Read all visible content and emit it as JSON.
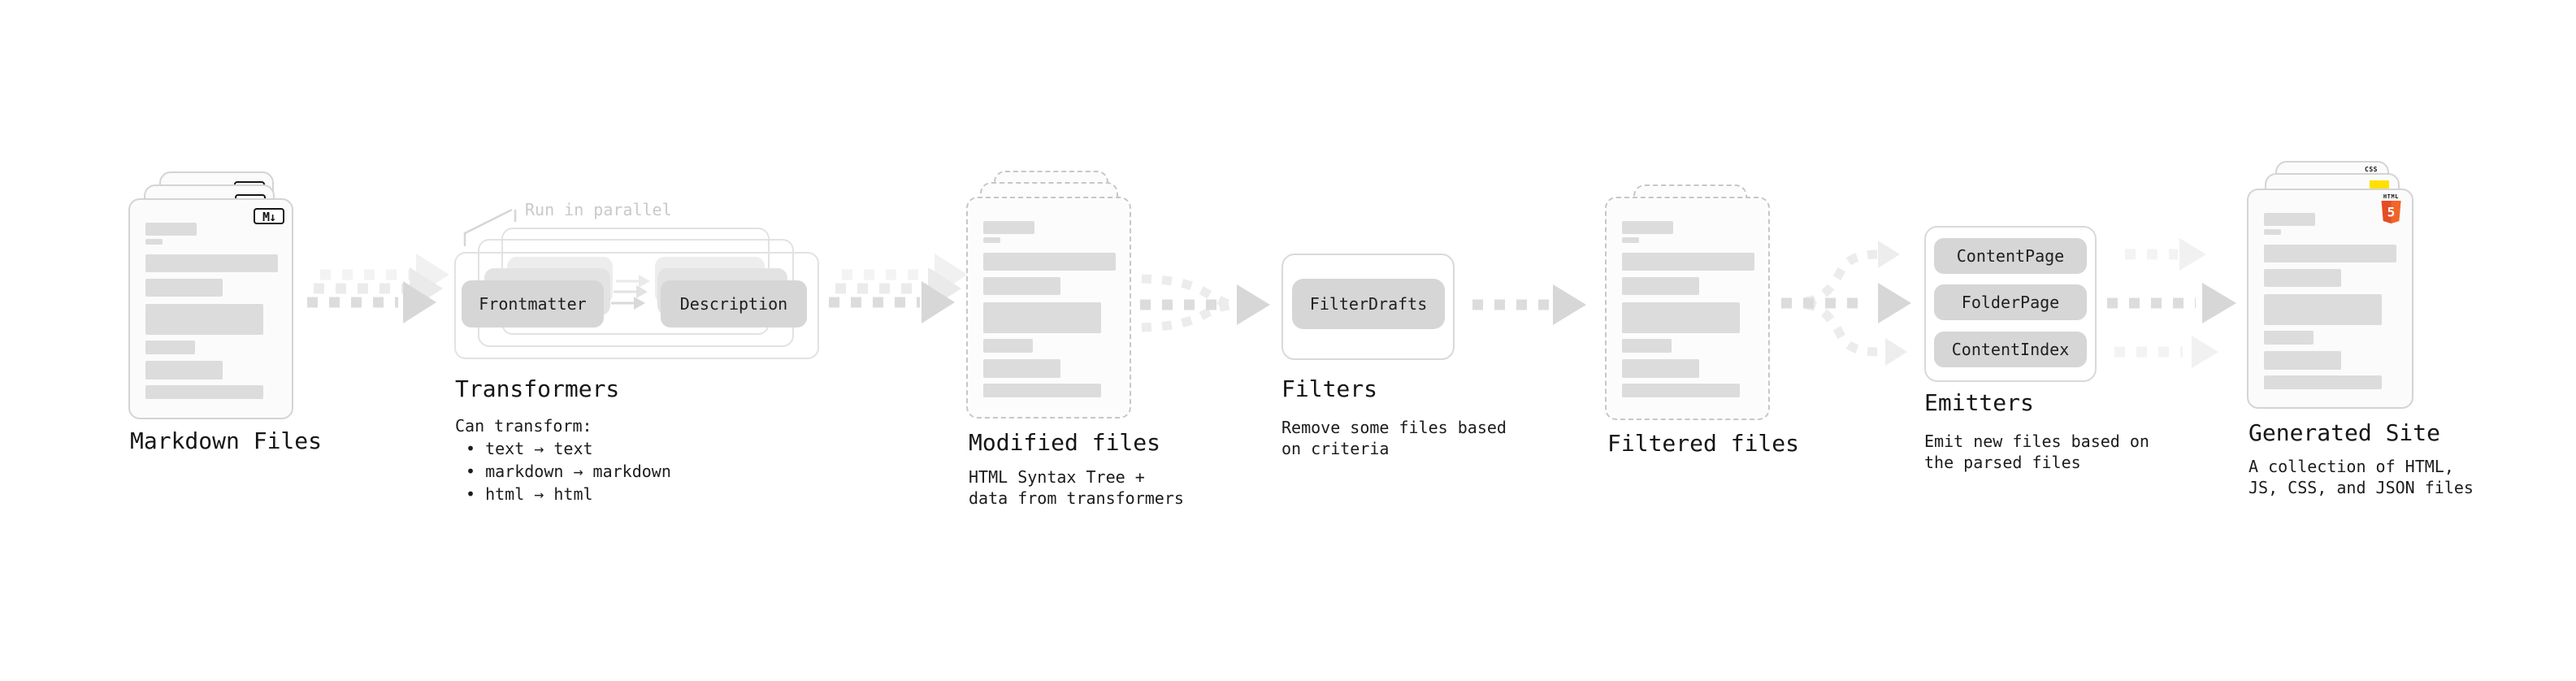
{
  "stages": {
    "markdown": {
      "label": "Markdown Files",
      "badge": "M↓"
    },
    "transformers": {
      "label": "Transformers",
      "note": "Run in parallel",
      "box1": "Frontmatter",
      "box2": "Description",
      "desc_title": "Can transform:",
      "bullet1": "• text → text",
      "bullet2": "• markdown → markdown",
      "bullet3": "• html → html"
    },
    "modified": {
      "label": "Modified files",
      "desc1": "HTML Syntax Tree +",
      "desc2": "data from transformers"
    },
    "filters": {
      "label": "Filters",
      "box1": "FilterDrafts",
      "desc1": "Remove some files based",
      "desc2": "on criteria"
    },
    "filtered": {
      "label": "Filtered files"
    },
    "emitters": {
      "label": "Emitters",
      "box1": "ContentPage",
      "box2": "FolderPage",
      "box3": "ContentIndex",
      "desc1": "Emit new files based on",
      "desc2": "the parsed files"
    },
    "generated": {
      "label": "Generated Site",
      "desc1": "A collection of HTML,",
      "desc2": "JS, CSS, and JSON files",
      "badge_css": "CSS",
      "badge_html_top": "HTML",
      "badge_html_num": "5"
    }
  },
  "colors": {
    "html5_orange": "#e44d26",
    "html5_orange_light": "#f16529",
    "js_yellow": "#ffe000",
    "css_blue": "#2a62f2",
    "card_border": "#d4d4d4",
    "arrow_gray": "#dcdcdc"
  }
}
